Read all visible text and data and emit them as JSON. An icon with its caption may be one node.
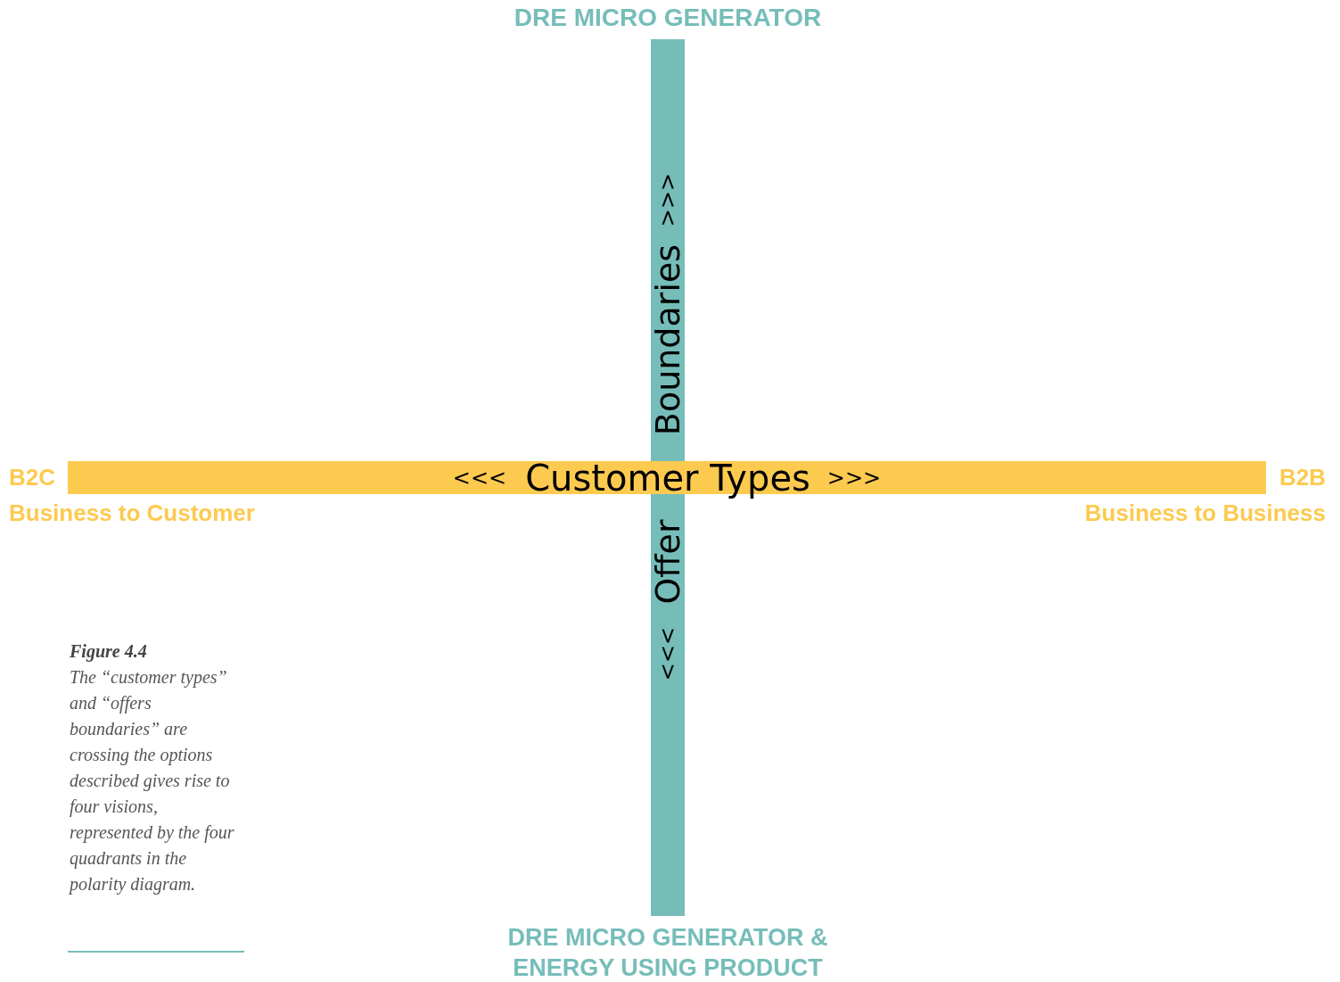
{
  "diagram": {
    "caption": "**Figure 4.4** The “customer types” and “offers boundaries” are crossing the options described gives rise to four visions, represented by the four quadrants in the polarity diagram.",
    "nodes": [
      {
        "text": [
          "<<<",
          "Customer Types",
          ">>>"
        ]
      },
      {
        "text": [
          "Boundaries",
          ">>>"
        ]
      },
      {
        "text": [
          "<<<",
          "Offer"
        ]
      }
    ],
    "labels": [
      "DRE MICRO GENERATOR",
      "B2C",
      "Business to Customer",
      "B2B",
      "Business to Business",
      "DRE MICRO GENERATOR & ENERGY USING PRODUCT"
    ]
  }
}
